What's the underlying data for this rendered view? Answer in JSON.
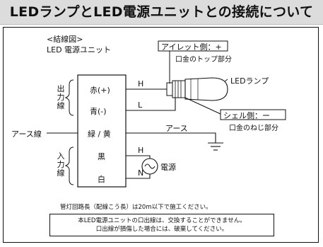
{
  "header": {
    "title": "LEDランプとLED電源ユニットとの接続について"
  },
  "diagram": {
    "wiring_label": "<結線図>",
    "unit_label": "LED 電源ユニット",
    "output_group": "出力線",
    "output_red": "赤(+)",
    "output_blue": "青(-)",
    "h_top": "H",
    "l_label": "L",
    "earth_left": "アース線",
    "earth_wire": "緑 / 黄",
    "earth_right": "アース",
    "input_group": "入力線",
    "input_black": "黒",
    "input_white": "白",
    "h_bottom": "H",
    "n_label": "N",
    "power_label": "電源",
    "lamp_label": "LEDランプ",
    "eyelet_side": "アイレット側：+",
    "eyelet_part": "口金のトップ部分",
    "shell_side": "シェル側：ー",
    "shell_part": "口金のねじ部分"
  },
  "notes": {
    "length_note": "管灯回路長（配線こう長）は20m以下で施工ください。",
    "warning_line1": "本LED電源ユニットの口出線は、交換することができません。",
    "warning_line2": "口出線が損傷した場合には、破棄してください。"
  }
}
